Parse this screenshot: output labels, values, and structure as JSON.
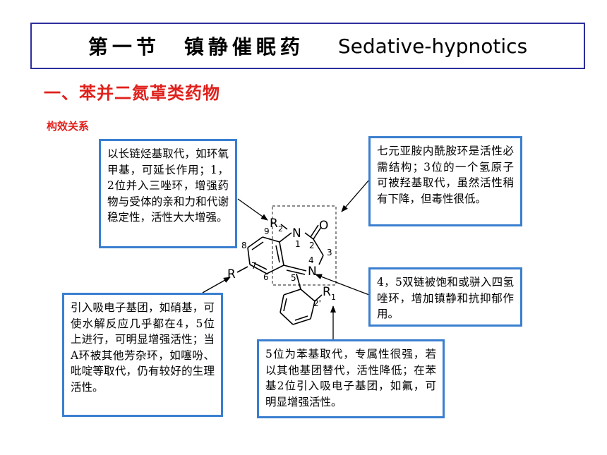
{
  "title": {
    "chinese": "第一节　镇静催眠药",
    "english": "Sedative-hypnotics"
  },
  "section_heading": "一、苯并二氮䓬类药物",
  "subheading": "构效关系",
  "structure": {
    "substituent_r": "R",
    "substituent_r1": "R",
    "substituent_r1_sub": "1",
    "substituent_r2": "R",
    "substituent_r2_sub": "2",
    "atom_n1": "N",
    "atom_n4": "N",
    "atom_o": "O",
    "position_labels": {
      "p1": "1",
      "p2": "2",
      "p3": "3",
      "p4": "4",
      "p5": "5",
      "p6": "6",
      "p7": "7",
      "p8": "8",
      "p9": "9",
      "p2prime": "2'"
    }
  },
  "notes": {
    "alkyl": "以长链烃基取代，如环氧甲基，可延长作用；1，2位并入三唑环，增强药物与受体的亲和力和代谢稳定性，活性大大增强。",
    "ring7": "七元亚胺内酰胺环是活性必需结构；3位的一个氢原子可被羟基取代，虽然活性稍有下降，但毒性很低。",
    "ewg": "引入吸电子基团，如硝基，可使水解反应几乎都在4，5位上进行，可明显增强活性；当A环被其他芳杂环，如噻吩、吡啶等取代，仍有较好的生理活性。",
    "double_bond": "4，5双链被饱和或骈入四氢唑环，增加镇静和抗抑郁作用。",
    "phenyl": "5位为苯基取代，专属性很强，若以其他基团替代，活性降低；在苯基2位引入吸电子基团，如氟，可明显增强活性。"
  },
  "colors": {
    "title_border": "#2e2e9e",
    "heading_red": "#e0201b",
    "note_border": "#3a7fd0"
  }
}
